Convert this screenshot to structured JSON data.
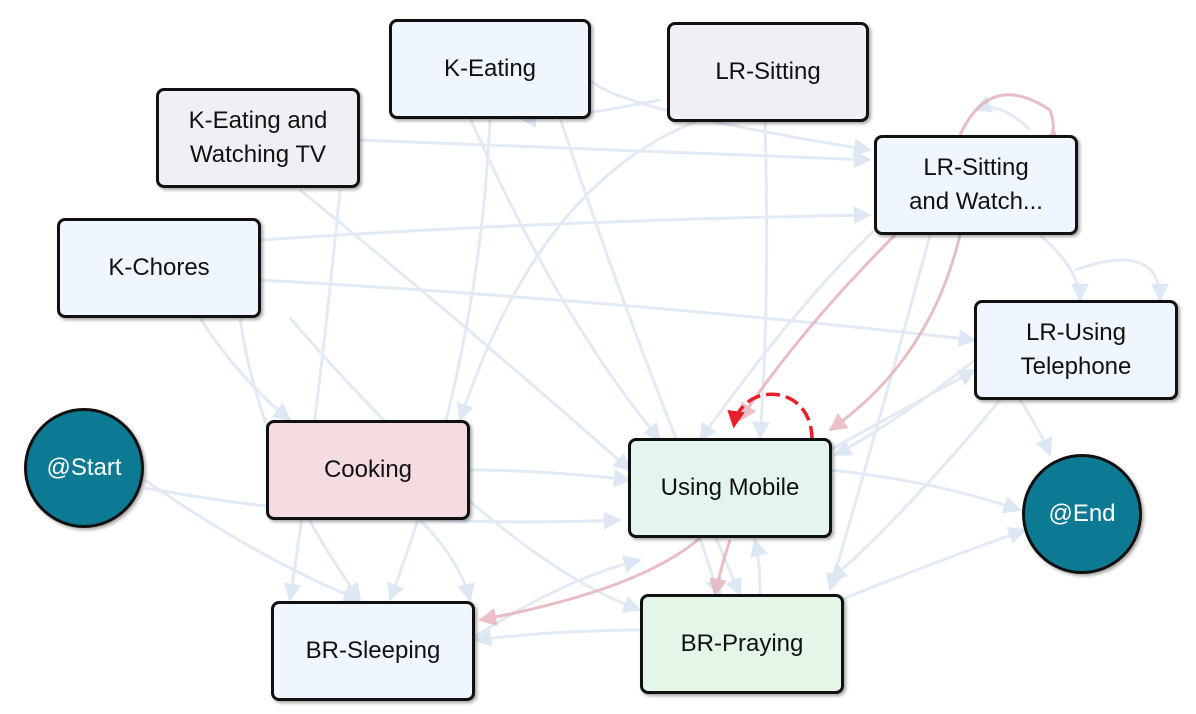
{
  "nodes": {
    "k_eating": {
      "label": "K-Eating",
      "color": "#f0f6fd"
    },
    "lr_sitting": {
      "label": "LR-Sitting",
      "color": "#f1eff5"
    },
    "k_eating_tv": {
      "label": "K-Eating and\nWatching TV",
      "color": "#f1eff5"
    },
    "lr_sitting_watch": {
      "label": "LR-Sitting\nand Watch...",
      "color": "#f0f6fd"
    },
    "k_chores": {
      "label": "K-Chores",
      "color": "#f0f6fd"
    },
    "lr_telephone": {
      "label": "LR-Using\nTelephone",
      "color": "#f0f6fd"
    },
    "start": {
      "label": "@Start",
      "color": "#0d7a94"
    },
    "cooking": {
      "label": "Cooking",
      "color": "#f5dce1"
    },
    "using_mobile": {
      "label": "Using Mobile",
      "color": "#e4f5ef"
    },
    "end": {
      "label": "@End",
      "color": "#0d7a94"
    },
    "br_sleeping": {
      "label": "BR-Sleeping",
      "color": "#f0f6fd"
    },
    "br_praying": {
      "label": "BR-Praying",
      "color": "#e3f6e8"
    }
  },
  "edge_colors": {
    "faint": "#dbe6f3",
    "highlight": "#e0a9b2",
    "strong": "#e8202a"
  }
}
